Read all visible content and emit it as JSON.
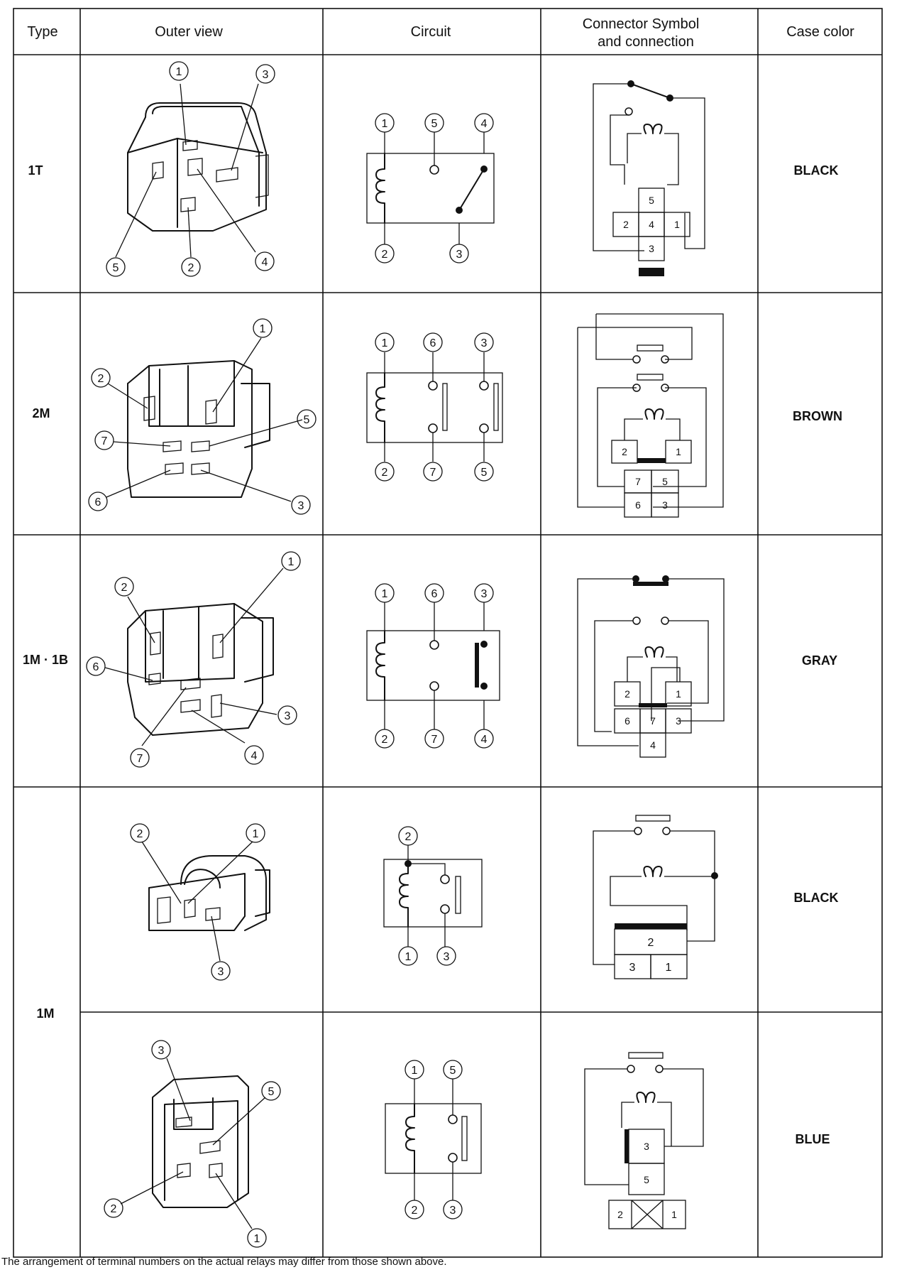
{
  "headers": {
    "type": "Type",
    "outer_view": "Outer view",
    "circuit": "Circuit",
    "connector_line1": "Connector Symbol",
    "connector_line2": "and connection",
    "case_color": "Case color"
  },
  "rows": [
    {
      "type": "1T",
      "case_color": "BLACK",
      "outer_labels": [
        "1",
        "3",
        "5",
        "2",
        "4"
      ],
      "circuit_labels": [
        "1",
        "5",
        "4",
        "2",
        "3"
      ],
      "connector_pins": [
        "5",
        "2",
        "4",
        "1",
        "3"
      ]
    },
    {
      "type": "2M",
      "case_color": "BROWN",
      "outer_labels": [
        "1",
        "2",
        "5",
        "7",
        "6",
        "3"
      ],
      "circuit_labels": [
        "1",
        "6",
        "3",
        "2",
        "7",
        "5"
      ],
      "connector_pins": [
        "2",
        "1",
        "7",
        "5",
        "6",
        "3"
      ]
    },
    {
      "type": "1M · 1B",
      "case_color": "GRAY",
      "outer_labels": [
        "1",
        "2",
        "6",
        "3",
        "7",
        "4"
      ],
      "circuit_labels": [
        "1",
        "6",
        "3",
        "2",
        "7",
        "4"
      ],
      "connector_pins": [
        "2",
        "1",
        "6",
        "7",
        "3",
        "4"
      ]
    },
    {
      "type": "1M",
      "case_color": "BLACK",
      "outer_labels": [
        "2",
        "1",
        "3"
      ],
      "circuit_labels": [
        "2",
        "1",
        "3"
      ],
      "connector_pins": [
        "2",
        "3",
        "1"
      ]
    },
    {
      "type": "",
      "case_color": "BLUE",
      "outer_labels": [
        "3",
        "5",
        "2",
        "1"
      ],
      "circuit_labels": [
        "1",
        "5",
        "2",
        "3"
      ],
      "connector_pins": [
        "3",
        "5",
        "2",
        "1"
      ]
    }
  ],
  "footnote": "The arrangement of terminal numbers on the actual relays may differ from those shown above."
}
